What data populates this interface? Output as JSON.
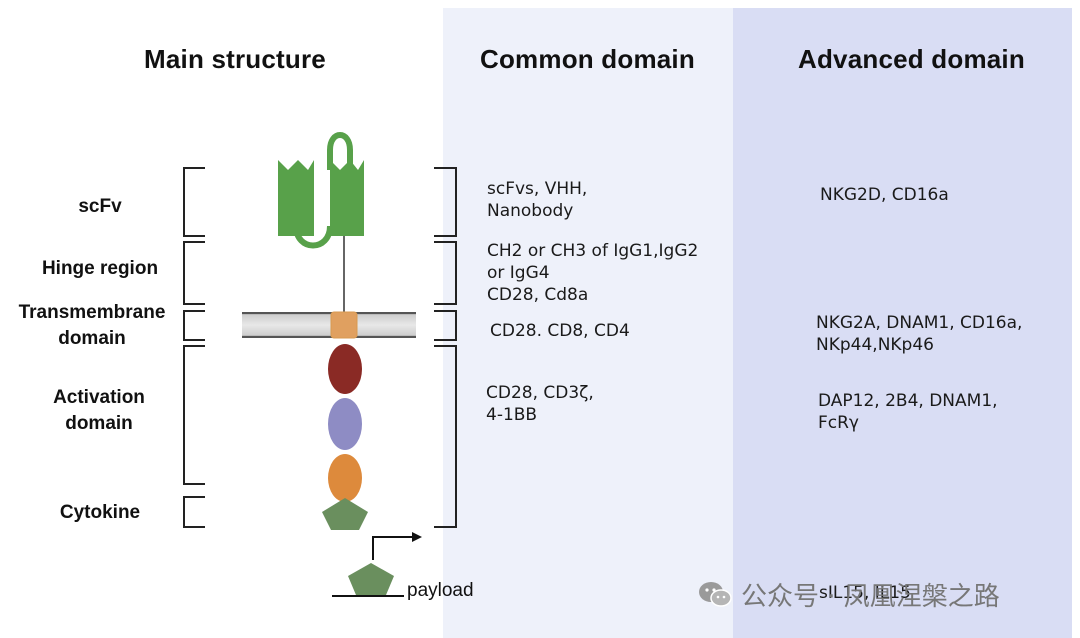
{
  "headings": {
    "main": "Main structure",
    "common": "Common domain",
    "advanced": "Advanced domain"
  },
  "labels": {
    "scfv": "scFv",
    "hinge": "Hinge region",
    "transmembrane": "Transmembrane\ndomain",
    "activation": "Activation\ndomain",
    "cytokine": "Cytokine"
  },
  "common": {
    "scfv": "scFvs, VHH,\nNanobody",
    "hinge": "CH2 or CH3 of IgG1,IgG2\nor IgG4\nCD28, Cd8a",
    "transmembrane": "CD28. CD8, CD4",
    "activation": "CD28, CD3ζ,\n4-1BB"
  },
  "advanced": {
    "scfv": "NKG2D, CD16a",
    "transmembrane": "NKG2A, DNAM1, CD16a,\nNKp44,NKp46",
    "activation": "DAP12, 2B4, DNAM1,\nFcRγ",
    "payload": "sIL15, IL15"
  },
  "payload_label": "payload",
  "watermark": "公众号 · 凤凰涅槃之路",
  "colors": {
    "common_panel": "#eef1fa",
    "advanced_panel": "#d9ddf4",
    "scfv_green": "#58a14a",
    "act_red": "#8a2a25",
    "act_purple": "#8e8cc4",
    "act_orange": "#dd8a3c",
    "cytokine_green": "#6a8f5e",
    "tm_orange": "#e0a060"
  },
  "icons": [
    "wechat-icon",
    "arrow-icon"
  ]
}
